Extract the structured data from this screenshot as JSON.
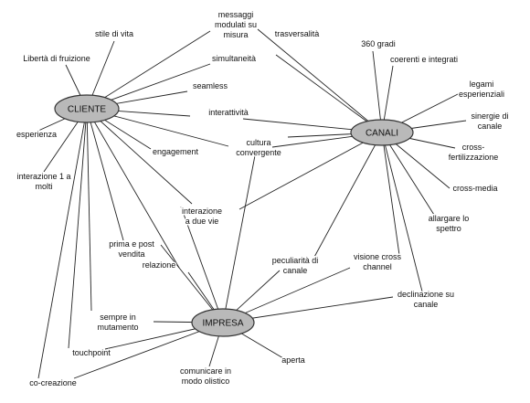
{
  "hubs": {
    "cliente": "CLIENTE",
    "canali": "CANALI",
    "impresa": "IMPRESA"
  },
  "labels": {
    "messaggi": [
      "messaggi",
      "modulati su",
      "misura"
    ],
    "stile": [
      "stile di vita"
    ],
    "liberta": [
      "Libertà di fruizione"
    ],
    "trasversalita": [
      "trasversalità"
    ],
    "simultaneita": [
      "simultaneità"
    ],
    "gradi360": [
      "360 gradi"
    ],
    "coerenti": [
      "coerenti e integrati"
    ],
    "seamless": [
      "seamless"
    ],
    "legami": [
      "legami",
      "esperienziali"
    ],
    "interattivita": [
      "interattività"
    ],
    "sinergie": [
      "sinergie di",
      "canale"
    ],
    "esperienza": [
      "esperienza"
    ],
    "cultura": [
      "cultura",
      "convergente"
    ],
    "engagement": [
      "engagement"
    ],
    "fertilizzazione": [
      "cross-",
      "fertilizzazione"
    ],
    "interazione1": [
      "interazione 1 a",
      "molti"
    ],
    "crossmedia": [
      "cross-media"
    ],
    "duevie": [
      "interazione",
      "a due vie"
    ],
    "allargare": [
      "allargare lo",
      "spettro"
    ],
    "primapost": [
      "prima e post",
      "vendita"
    ],
    "peculiarita": [
      "peculiarità di",
      "canale"
    ],
    "visione": [
      "visione cross",
      "channel"
    ],
    "relazione": [
      "relazione"
    ],
    "declinazione": [
      "declinazione su",
      "canale"
    ],
    "sempre": [
      "sempre in",
      "mutamento"
    ],
    "touchpoint": [
      "touchpoint"
    ],
    "aperta": [
      "aperta"
    ],
    "comunicare": [
      "comunicare in",
      "modo olistico"
    ],
    "cocreazione": [
      "co-creazione"
    ]
  }
}
